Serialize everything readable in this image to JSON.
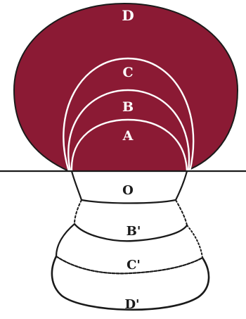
{
  "colors": {
    "fill_upper": "#8b1a34",
    "ink": "#1a1a1a",
    "background": "#ffffff",
    "upper_curves": "#ffffff"
  },
  "labels": {
    "upper": {
      "D": "D",
      "C": "C",
      "B": "B",
      "A": "A"
    },
    "lower": {
      "O": "O",
      "B_prime": "B'",
      "C_prime": "C'",
      "D_prime": "D'"
    }
  }
}
